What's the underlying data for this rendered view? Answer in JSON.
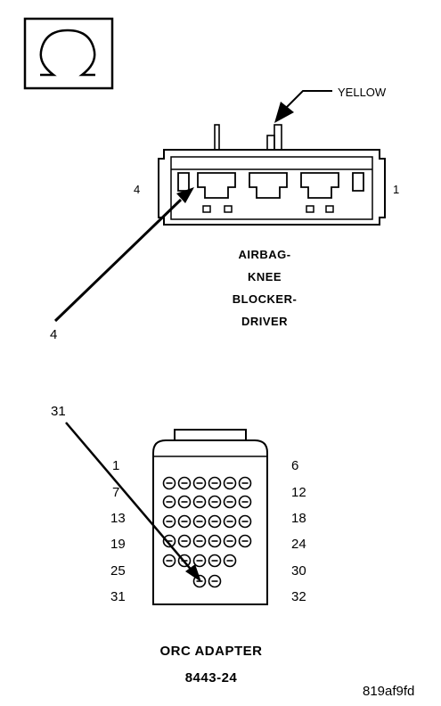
{
  "colors": {
    "ink": "#000000",
    "paper": "#ffffff"
  },
  "icons": {
    "ohmmeter": "ohm-symbol-icon"
  },
  "airbag_connector": {
    "wire_color_label": "YELLOW",
    "pin_left_label": "4",
    "pin_right_label": "1",
    "name_lines": [
      "AIRBAG-",
      "KNEE",
      "BLOCKER-",
      "DRIVER"
    ],
    "callout_label": "4"
  },
  "orc_adapter": {
    "callout_label": "31",
    "left_row_labels": [
      "1",
      "7",
      "13",
      "19",
      "25",
      "31"
    ],
    "right_row_labels": [
      "6",
      "12",
      "18",
      "24",
      "30",
      "32"
    ],
    "name": "ORC ADAPTER",
    "part_number": "8443-24"
  },
  "figure_id": "819af9fd"
}
